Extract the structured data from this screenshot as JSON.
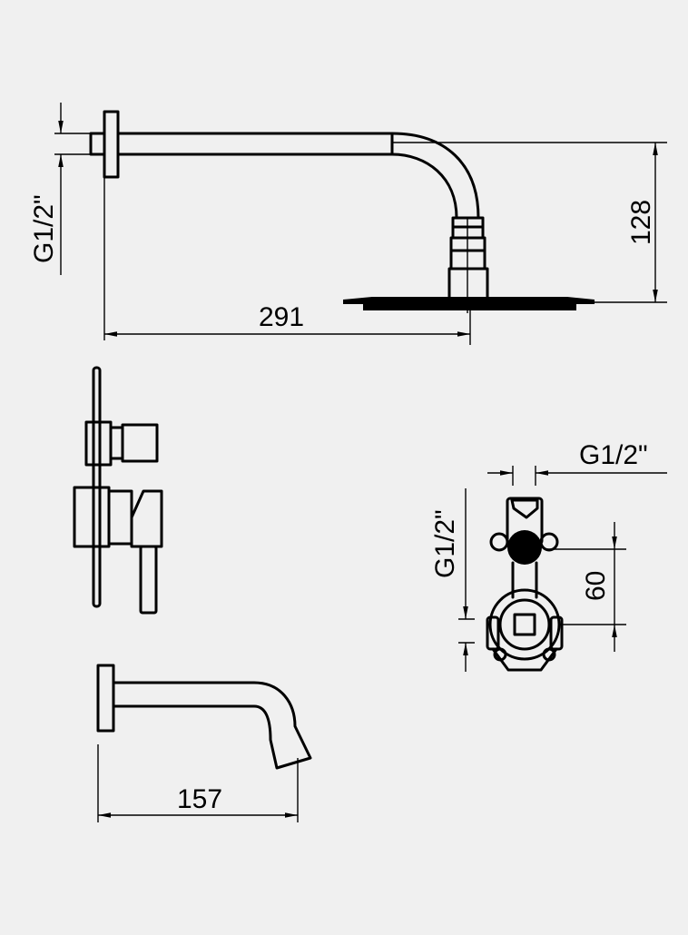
{
  "title": "",
  "dimensions": {
    "arm_thread": "G1/2\"",
    "arm_height": "128",
    "arm_length": "291",
    "valve_thread_top": "G1/2\"",
    "valve_thread_side": "G1/2\"",
    "valve_spacing": "60",
    "spout_length": "157"
  },
  "colors": {
    "background": "#f0f0f0",
    "line": "#000000"
  }
}
